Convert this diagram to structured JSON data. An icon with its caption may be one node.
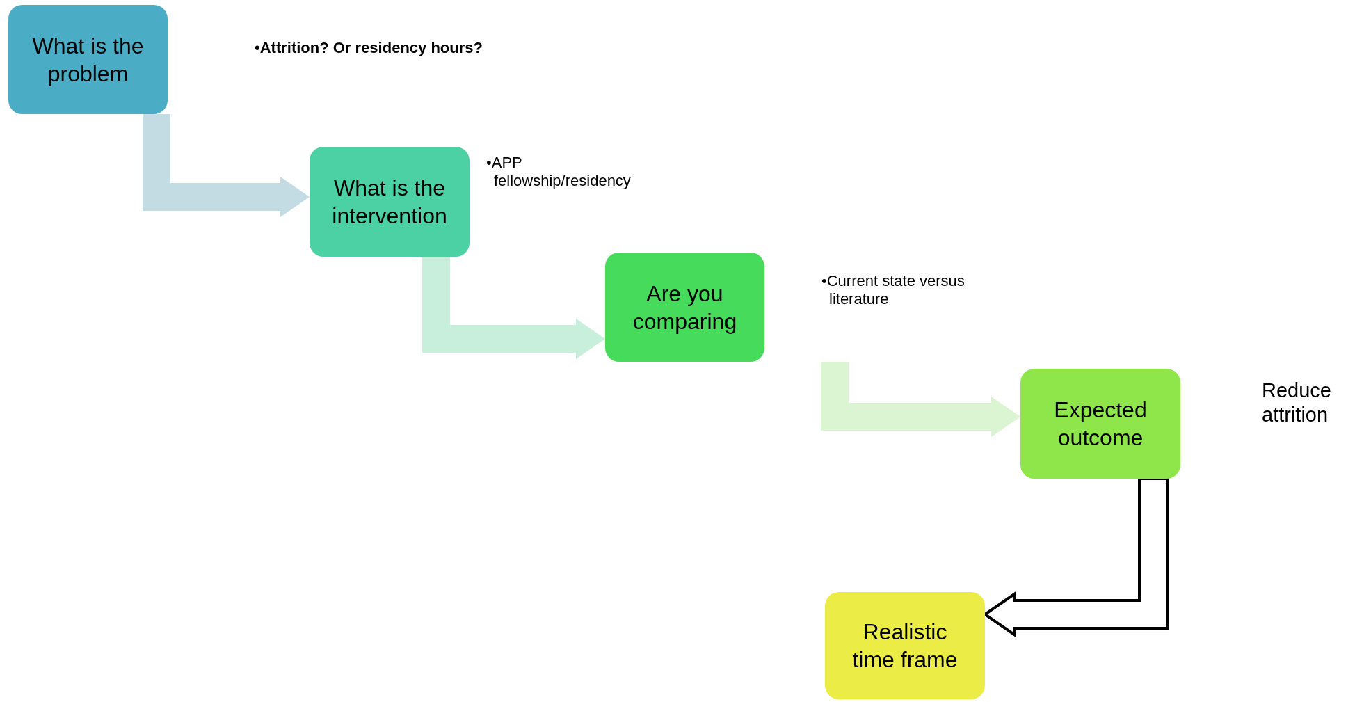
{
  "diagram": {
    "nodes": [
      {
        "text": [
          "What is the problem"
        ]
      },
      {
        "text": [
          "What is the intervention"
        ],
        "beside": [
          "•APP fellowship/residency"
        ]
      },
      {
        "text": [
          "Are you comparing"
        ],
        "beside": [
          "•Current state versus literature"
        ]
      },
      {
        "text": [
          "Expected outcome"
        ]
      },
      {
        "text": [
          "Realistic time frame"
        ]
      }
    ],
    "edges": [
      {
        "from": 0,
        "to": 1,
        "arrow": "to",
        "color": "#c3dce4"
      },
      {
        "from": 1,
        "to": 2,
        "arrow": "to",
        "color": "#c8eedc"
      },
      {
        "from": 2,
        "to": 3,
        "arrow": "to",
        "color": "#dbf5d3"
      },
      {
        "from": 3,
        "to": 4,
        "arrow": "to"
      }
    ],
    "labels": [
      "•Attrition? Or residency hours?",
      "Reduce attrition"
    ]
  }
}
